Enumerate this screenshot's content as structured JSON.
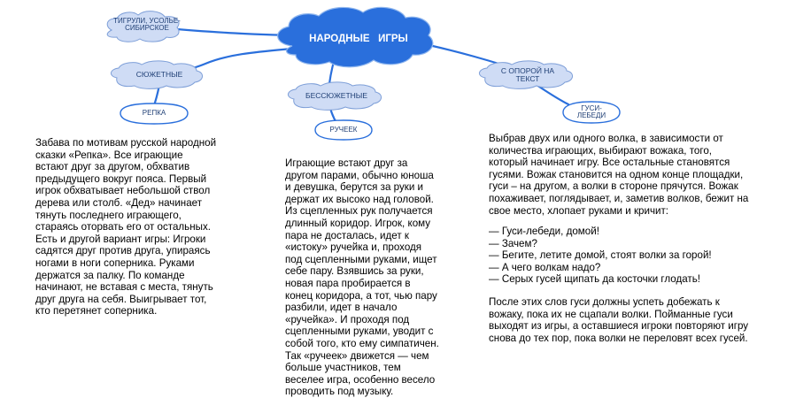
{
  "center": {
    "label": "НАРОДНЫЕ   ИГРЫ"
  },
  "source_note": "ТИГРУЛИ, УСОЛЬЕ-\nСИБИРСКОЕ",
  "categories": {
    "plot": "СЮЖЕТНЫЕ",
    "plotless": "БЕССЮЖЕТНЫЕ",
    "text": "С ОПОРОЙ НА\nТЕКСТ"
  },
  "games": {
    "repka": "РЕПКА",
    "ruchek": "РУЧЕЕК",
    "gusi": "ГУСИ-\nЛЕБЕДИ"
  },
  "descriptions": {
    "repka": "Забава по мотивам русской народной\nсказки «Репка». Все играющие\nвстают друг за другом, обхватив\nпредыдущего вокруг пояса. Первый\nигрок обхватывает небольшой ствол\nдерева или столб. «Дед» начинает\nтянуть последнего играющего,\nстараясь оторвать его от остальных.\nЕсть и другой вариант игры: Игроки\nсадятся друг против друга, упираясь\nногами в ноги соперника. Руками\nдержатся за палку. По команде\nначинают, не вставая с места, тянуть\nдруг друга на себя. Выигрывает тот,\nкто перетянет соперника.",
    "ruchek": "Играющие встают друг за\nдругом парами, обычно юноша\nи девушка, берутся за руки и\nдержат их высоко над головой.\nИз сцепленных рук получается\nдлинный коридор. Игрок, кому\nпара не досталась, идет к\n«истоку» ручейка и, проходя\nпод сцепленными руками, ищет\nсебе пару. Взявшись за руки,\nновая пара пробирается в\nконец коридора, а тот, чью пару\nразбили, идет в начало\n«ручейка». И проходя под\nсцепленными руками, уводит с\nсобой того, кто ему симпатичен.\nТак «ручеек» движется — чем\nбольше участников, тем\nвеселее игра, особенно весело\nпроводить под музыку.",
    "gusi_intro": "Выбрав двух или одного волка, в зависимости от\nколичества играющих, выбирают вожака, того,\nкоторый начинает игру. Все остальные становятся\nгусями. Вожак становится на одном конце площадки,\nгуси – на другом, а волки в стороне прячутся. Вожак\nпохаживает, поглядывает, и, заметив волков, бежит на\nсвое место, хлопает руками и кричит:",
    "gusi_dialog": "— Гуси-лебеди, домой!\n— Зачем?\n— Бегите, летите домой, стоят волки за горой!\n— А чего волкам надо?\n— Серых гусей щипать да косточки глодать!",
    "gusi_end": "После этих слов гуси должны успеть добежать к\nвожаку, пока их не сцапали волки. Пойманные гуси\nвыходят из игры, а оставшиеся игроки повторяют игру\nснова до тех пор, пока волки не переловят всех гусей."
  },
  "colors": {
    "center_fill": "#2a6fdc",
    "center_edge": "#8fb6ee",
    "cloud_fill": "#cfdcf5",
    "cloud_edge": "#7e9fd8",
    "bubble_fill": "#ffffff",
    "bubble_edge": "#2a6fdc",
    "line": "#2a6fdc"
  }
}
